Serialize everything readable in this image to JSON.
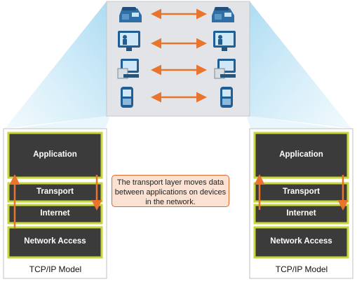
{
  "left_stack": {
    "layers": [
      "Application",
      "Transport",
      "Internet",
      "Network Access"
    ],
    "caption": "TCP/IP Model"
  },
  "right_stack": {
    "layers": [
      "Application",
      "Transport",
      "Internet",
      "Network Access"
    ],
    "caption": "TCP/IP Model"
  },
  "callout": {
    "text": "The transport layer moves data between applications on devices in the network."
  },
  "devices": [
    {
      "left": "ip-phone-icon",
      "right": "ip-phone-icon"
    },
    {
      "left": "video-terminal-icon",
      "right": "video-terminal-icon"
    },
    {
      "left": "desktop-computer-icon",
      "right": "desktop-computer-icon"
    },
    {
      "left": "mobile-device-icon",
      "right": "mobile-device-icon"
    }
  ],
  "colors": {
    "layer_fill": "#3b3b3b",
    "layer_edge": "#c7d63a",
    "arrow": "#e8742d",
    "beam": "#b8e2f5",
    "panel": "#e2e4e7"
  }
}
